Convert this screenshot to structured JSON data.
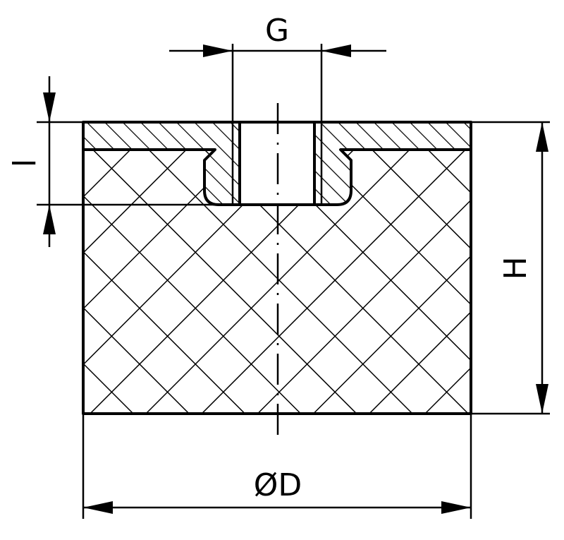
{
  "labels": {
    "g": "G",
    "l": "l",
    "h": "H",
    "d": "ØD"
  },
  "colors": {
    "line": "#000000",
    "background": "#ffffff"
  }
}
